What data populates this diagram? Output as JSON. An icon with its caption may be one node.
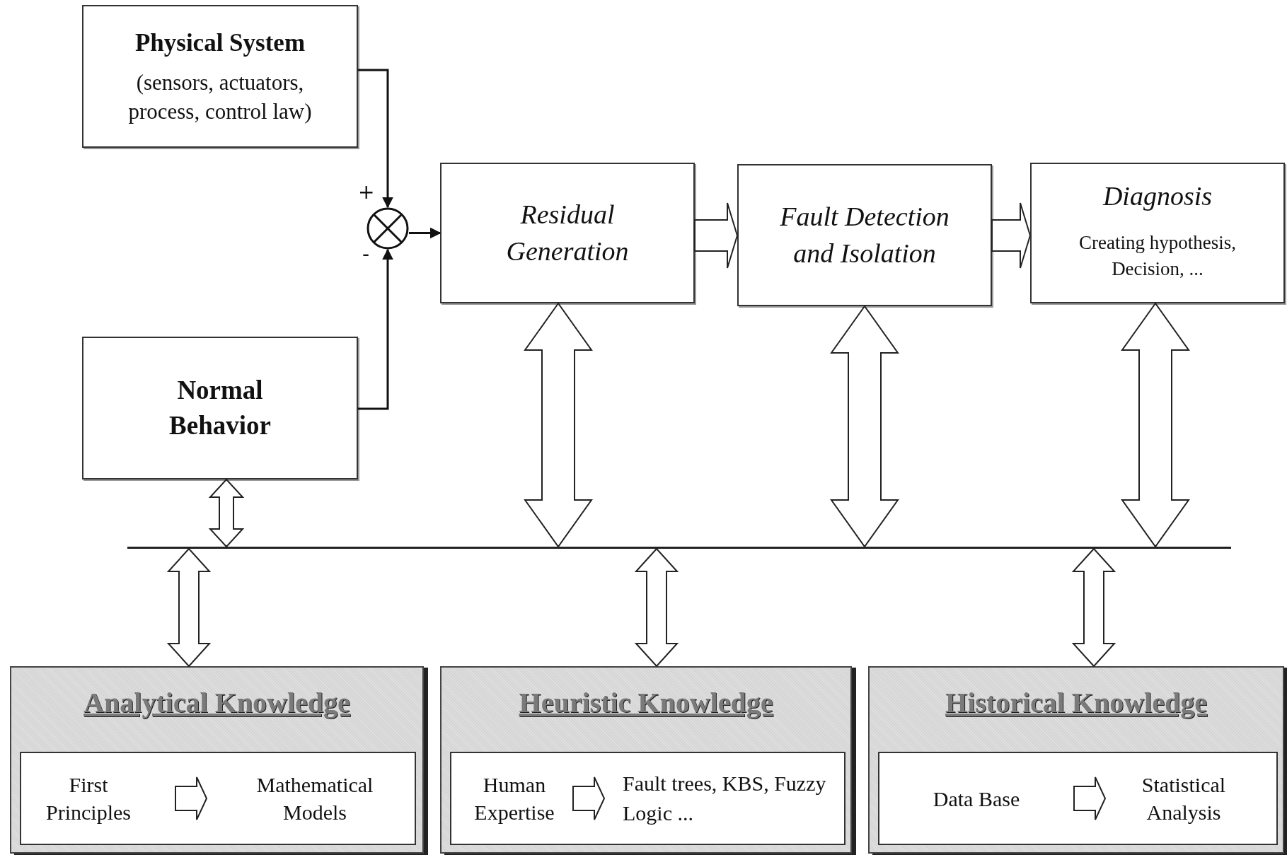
{
  "diagram": {
    "nodes": [
      {
        "text": [
          "Physical System",
          "(sensors, actuators, process, control law)"
        ]
      },
      {
        "text": [
          "Normal Behavior"
        ]
      },
      {
        "text": [],
        "shape": "circle"
      },
      {
        "text": [
          "Residual Generation"
        ]
      },
      {
        "text": [
          "Fault Detection and Isolation"
        ]
      },
      {
        "text": [
          "Diagnosis",
          "Creating hypothesis, Decision, ..."
        ]
      },
      {
        "text": [],
        "shape": "bar"
      },
      {
        "text": [
          "Analytical Knowledge"
        ]
      },
      {
        "text": [],
        "shape": "box",
        "in": 7
      },
      {
        "text": [
          "First Principles"
        ],
        "in": 8
      },
      {
        "text": [
          "Mathematical Models"
        ],
        "in": 8
      },
      {
        "text": [
          "Heuristic Knowledge"
        ]
      },
      {
        "text": [],
        "shape": "box",
        "in": 11
      },
      {
        "text": [
          "Human Expertise"
        ],
        "in": 12
      },
      {
        "text": [
          "Fault trees, KBS, Fuzzy Logic ..."
        ],
        "in": 12
      },
      {
        "text": [
          "Historical Knowledge"
        ]
      },
      {
        "text": [],
        "shape": "box",
        "in": 15
      },
      {
        "text": [
          "Data Base"
        ],
        "in": 16
      },
      {
        "text": [
          "Statistical Analysis"
        ],
        "in": 16
      }
    ],
    "edges": [
      {
        "from": 0,
        "to": 2,
        "arrow": "to"
      },
      {
        "from": 1,
        "to": 2,
        "arrow": "to"
      },
      {
        "from": 2,
        "to": 3,
        "arrow": "to"
      },
      {
        "from": 3,
        "to": 4,
        "arrow": "to",
        "style": "thick"
      },
      {
        "from": 4,
        "to": 5,
        "arrow": "to",
        "style": "thick"
      },
      {
        "from": 3,
        "to": 6,
        "arrow": "both",
        "style": "thick"
      },
      {
        "from": 4,
        "to": 6,
        "arrow": "both",
        "style": "thick"
      },
      {
        "from": 5,
        "to": 6,
        "arrow": "both",
        "style": "thick"
      },
      {
        "from": 1,
        "to": 6,
        "arrow": "both",
        "style": "thick"
      },
      {
        "from": 6,
        "to": 7,
        "arrow": "both",
        "style": "thick"
      },
      {
        "from": 6,
        "to": 11,
        "arrow": "both",
        "style": "thick"
      },
      {
        "from": 6,
        "to": 15,
        "arrow": "both",
        "style": "thick"
      },
      {
        "from": 9,
        "to": 10,
        "arrow": "to",
        "style": "thick"
      },
      {
        "from": 13,
        "to": 14,
        "arrow": "to",
        "style": "thick"
      },
      {
        "from": 17,
        "to": 18,
        "arrow": "to",
        "style": "thick"
      }
    ],
    "labels": [
      "+",
      "-"
    ]
  }
}
